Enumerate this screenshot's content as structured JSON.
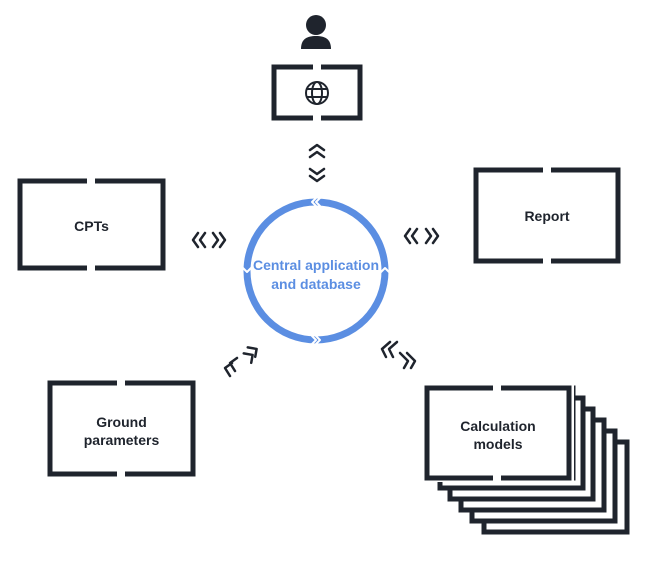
{
  "diagram": {
    "center": {
      "label_line1": "Central application",
      "label_line2": "and database"
    },
    "nodes": {
      "user": {
        "icon": "user-icon"
      },
      "web": {
        "icon": "globe-icon"
      },
      "cpts": {
        "label": "CPTs"
      },
      "report": {
        "label": "Report"
      },
      "ground": {
        "label_line1": "Ground",
        "label_line2": "parameters"
      },
      "calc": {
        "label_line1": "Calculation",
        "label_line2": "models"
      }
    },
    "connectors": [
      "web-center",
      "cpts-center",
      "report-center",
      "ground-center",
      "calc-center"
    ]
  },
  "colors": {
    "frame": "#1f242d",
    "accent": "#5b8ee2",
    "connector": "#1f242d"
  }
}
